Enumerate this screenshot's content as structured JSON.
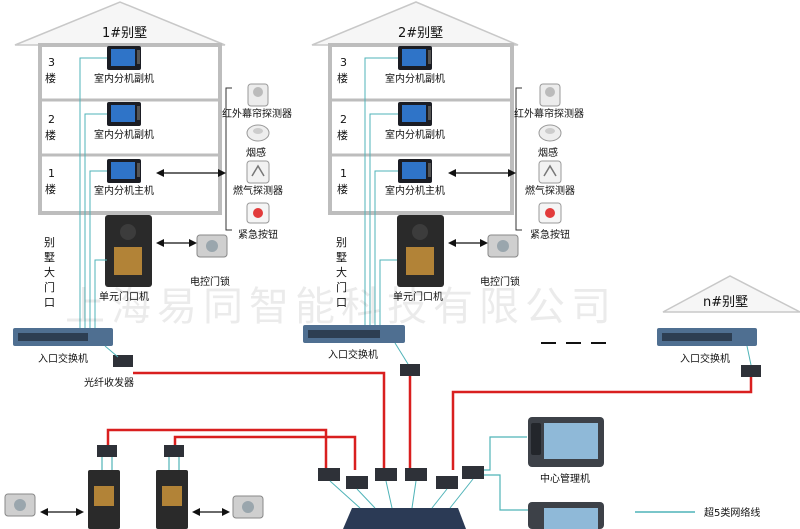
{
  "villas": [
    {
      "title": "1#别墅",
      "floors": [
        "3\n楼",
        "2\n楼",
        "1\n楼"
      ],
      "units": [
        "室内分机副机",
        "室内分机副机",
        "室内分机主机"
      ],
      "sensors": [
        "红外幕帘探测器",
        "烟感",
        "燃气探测器",
        "紧急按钮"
      ],
      "gate_label": "别\n墅\n大\n门\n口",
      "gate_station": "单元门口机",
      "lock": "电控门锁",
      "switch": "入口交换机",
      "fiber": "光纤收发器"
    },
    {
      "title": "2#别墅",
      "floors": [
        "3\n楼",
        "2\n楼",
        "1\n楼"
      ],
      "units": [
        "室内分机副机",
        "室内分机副机",
        "室内分机主机"
      ],
      "sensors": [
        "红外幕帘探测器",
        "烟感",
        "燃气探测器",
        "紧急按钮"
      ],
      "gate_label": "别\n墅\n大\n门\n口",
      "gate_station": "单元门口机",
      "lock": "电控门锁",
      "switch": "入口交换机"
    }
  ],
  "nvilla": {
    "title": "n#别墅",
    "switch": "入口交换机"
  },
  "center": {
    "label": "中心管理机"
  },
  "legend": {
    "cat5e": "超5类网络线"
  },
  "watermark": "上海易同智能科技有限公司",
  "colors": {
    "fiber": "#d91f1f",
    "network": "#4fb3b8",
    "wall": "#b9b9b9"
  }
}
